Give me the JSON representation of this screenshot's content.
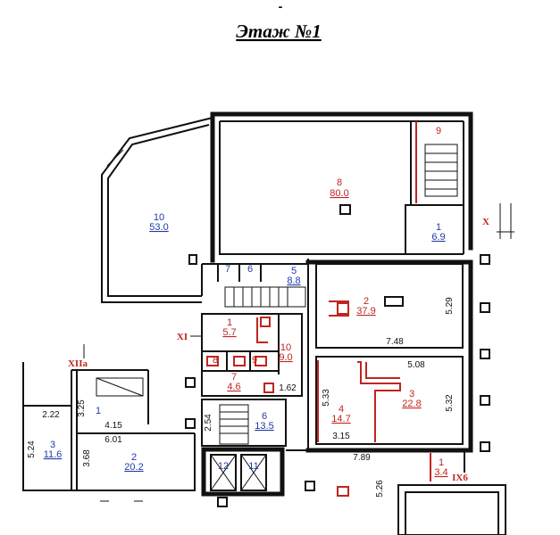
{
  "header": {
    "dash": "-",
    "title": "Этаж №1"
  },
  "rooms": [
    {
      "id": "r8",
      "num": "8",
      "area": "80.0",
      "color": "red"
    },
    {
      "id": "r9",
      "num": "9",
      "area": "",
      "color": "red"
    },
    {
      "id": "r10a",
      "num": "10",
      "area": "53.0",
      "color": "blue"
    },
    {
      "id": "r1a",
      "num": "1",
      "area": "6.9",
      "color": "blue"
    },
    {
      "id": "r7a",
      "num": "7",
      "area": "",
      "color": "blue"
    },
    {
      "id": "r6a",
      "num": "6",
      "area": "",
      "color": "blue"
    },
    {
      "id": "r5a",
      "num": "5",
      "area": "8.8",
      "color": "blue"
    },
    {
      "id": "r2a",
      "num": "2",
      "area": "37.9",
      "color": "red"
    },
    {
      "id": "r1b",
      "num": "1",
      "area": "5.7",
      "color": "red"
    },
    {
      "id": "r10b",
      "num": "10",
      "area": "9.0",
      "color": "red"
    },
    {
      "id": "r8b",
      "num": "8",
      "area": "",
      "color": "red"
    },
    {
      "id": "r9b",
      "num": "9",
      "area": "",
      "color": "red"
    },
    {
      "id": "r7b",
      "num": "7",
      "area": "4.6",
      "color": "red"
    },
    {
      "id": "r4",
      "num": "4",
      "area": "14.7",
      "color": "red"
    },
    {
      "id": "r3a",
      "num": "3",
      "area": "22.8",
      "color": "red"
    },
    {
      "id": "r6b",
      "num": "6",
      "area": "13.5",
      "color": "blue"
    },
    {
      "id": "r1c",
      "num": "1",
      "area": "",
      "color": "blue"
    },
    {
      "id": "r3b",
      "num": "3",
      "area": "11.6",
      "color": "blue"
    },
    {
      "id": "r2b",
      "num": "2",
      "area": "20.2",
      "color": "blue"
    },
    {
      "id": "r12",
      "num": "12",
      "area": "",
      "color": "blue"
    },
    {
      "id": "r11",
      "num": "11",
      "area": "",
      "color": "blue"
    },
    {
      "id": "r1d",
      "num": "1",
      "area": "3.4",
      "color": "red"
    }
  ],
  "dimensions": [
    "5.29",
    "7.48",
    "5.08",
    "5.33",
    "5.32",
    "3.15",
    "1.62",
    "2.54",
    "7.89",
    "5.26",
    "2.22",
    "3.25",
    "4.15",
    "6.01",
    "5.24",
    "3.68"
  ],
  "axes": [
    "X",
    "XI",
    "XIIa",
    "IX6"
  ],
  "colors": {
    "red": "#c0241f",
    "blue": "#1f3aa8",
    "wall": "#111111"
  }
}
